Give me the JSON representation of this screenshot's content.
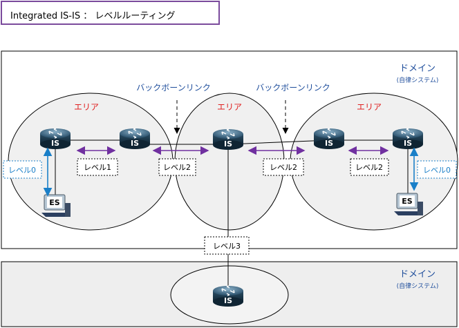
{
  "title": "Integrated IS-IS ： レベルルーティング",
  "domain_top": {
    "label": "ドメイン",
    "sub": "(自律システム)"
  },
  "domain_bottom": {
    "label": "ドメイン",
    "sub": "(自律システム)"
  },
  "area_label": "エリア",
  "backbone_link_label": "バックボーンリンク",
  "router_label": "IS",
  "end_system_label": "ES",
  "level0_label": "レベル0",
  "level1_label": "レベル1",
  "level2_label": "レベル2",
  "level3_label": "レベル3",
  "colors": {
    "title_border": "#7a4a9c",
    "area_label": "#e02020",
    "level12_arrow": "#7030a0",
    "level0_arrow": "#1a7fc8",
    "backbone_text": "#1f4e9c",
    "domain_text": "#1f4e9c"
  }
}
